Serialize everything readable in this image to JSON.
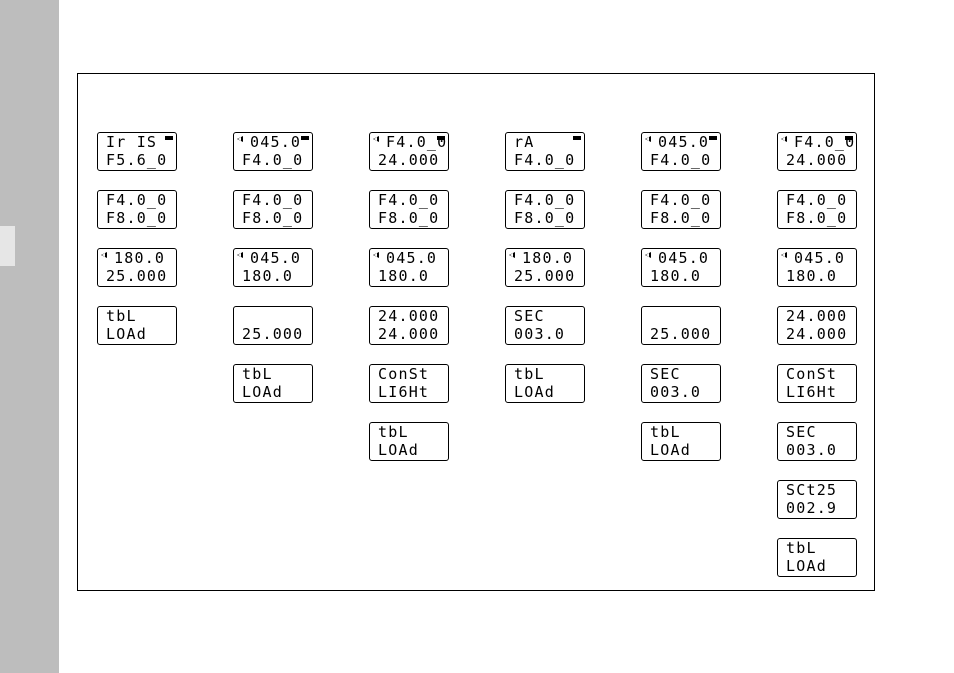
{
  "columns": [
    [
      {
        "l1": "Ir IS",
        "l2": "F5.6_0",
        "arrow": false,
        "ind": true
      },
      {
        "l1": "F4.0_0",
        "l2": "F8.0_0",
        "arrow": false,
        "ind": false
      },
      {
        "l1": "180.0",
        "l2": "25.000",
        "arrow": true,
        "ind": false
      },
      {
        "l1": "tbL",
        "l2": "LOAd",
        "arrow": false,
        "ind": false
      }
    ],
    [
      {
        "l1": "045.0",
        "l2": "F4.0_0",
        "arrow": true,
        "ind": true
      },
      {
        "l1": "F4.0_0",
        "l2": "F8.0_0",
        "arrow": false,
        "ind": false
      },
      {
        "l1": "045.0",
        "l2": "180.0",
        "arrow": true,
        "ind": false
      },
      {
        "l1": "",
        "l2": "25.000",
        "arrow": false,
        "ind": false
      },
      {
        "l1": "tbL",
        "l2": "LOAd",
        "arrow": false,
        "ind": false
      }
    ],
    [
      {
        "l1": "F4.0_0",
        "l2": "24.000",
        "arrow": true,
        "ind": true
      },
      {
        "l1": "F4.0_0",
        "l2": "F8.0_0",
        "arrow": false,
        "ind": false
      },
      {
        "l1": "045.0",
        "l2": "180.0",
        "arrow": true,
        "ind": false
      },
      {
        "l1": "24.000",
        "l2": "24.000",
        "arrow": false,
        "ind": false
      },
      {
        "l1": "ConSt",
        "l2": "LI6Ht",
        "arrow": false,
        "ind": false
      },
      {
        "l1": "tbL",
        "l2": "LOAd",
        "arrow": false,
        "ind": false
      }
    ],
    [
      {
        "l1": "rA",
        "l2": "F4.0_0",
        "arrow": false,
        "ind": true
      },
      {
        "l1": "F4.0_0",
        "l2": "F8.0_0",
        "arrow": false,
        "ind": false
      },
      {
        "l1": "180.0",
        "l2": "25.000",
        "arrow": true,
        "ind": false
      },
      {
        "l1": "SEC",
        "l2": "003.0",
        "arrow": false,
        "ind": false
      },
      {
        "l1": "tbL",
        "l2": "LOAd",
        "arrow": false,
        "ind": false
      }
    ],
    [
      {
        "l1": "045.0",
        "l2": "F4.0_0",
        "arrow": true,
        "ind": true
      },
      {
        "l1": "F4.0_0",
        "l2": "F8.0_0",
        "arrow": false,
        "ind": false
      },
      {
        "l1": "045.0",
        "l2": "180.0",
        "arrow": true,
        "ind": false
      },
      {
        "l1": "",
        "l2": "25.000",
        "arrow": false,
        "ind": false
      },
      {
        "l1": "SEC",
        "l2": "003.0",
        "arrow": false,
        "ind": false
      },
      {
        "l1": "tbL",
        "l2": "LOAd",
        "arrow": false,
        "ind": false
      }
    ],
    [
      {
        "l1": "F4.0_0",
        "l2": "24.000",
        "arrow": true,
        "ind": true
      },
      {
        "l1": "F4.0_0",
        "l2": "F8.0_0",
        "arrow": false,
        "ind": false
      },
      {
        "l1": "045.0",
        "l2": "180.0",
        "arrow": true,
        "ind": false
      },
      {
        "l1": "24.000",
        "l2": "24.000",
        "arrow": false,
        "ind": false
      },
      {
        "l1": "ConSt",
        "l2": "LI6Ht",
        "arrow": false,
        "ind": false
      },
      {
        "l1": "SEC",
        "l2": "003.0",
        "arrow": false,
        "ind": false
      },
      {
        "l1": "SCt25",
        "l2": "002.9",
        "arrow": false,
        "ind": false
      },
      {
        "l1": "tbL",
        "l2": "LOAd",
        "arrow": false,
        "ind": false
      }
    ]
  ]
}
